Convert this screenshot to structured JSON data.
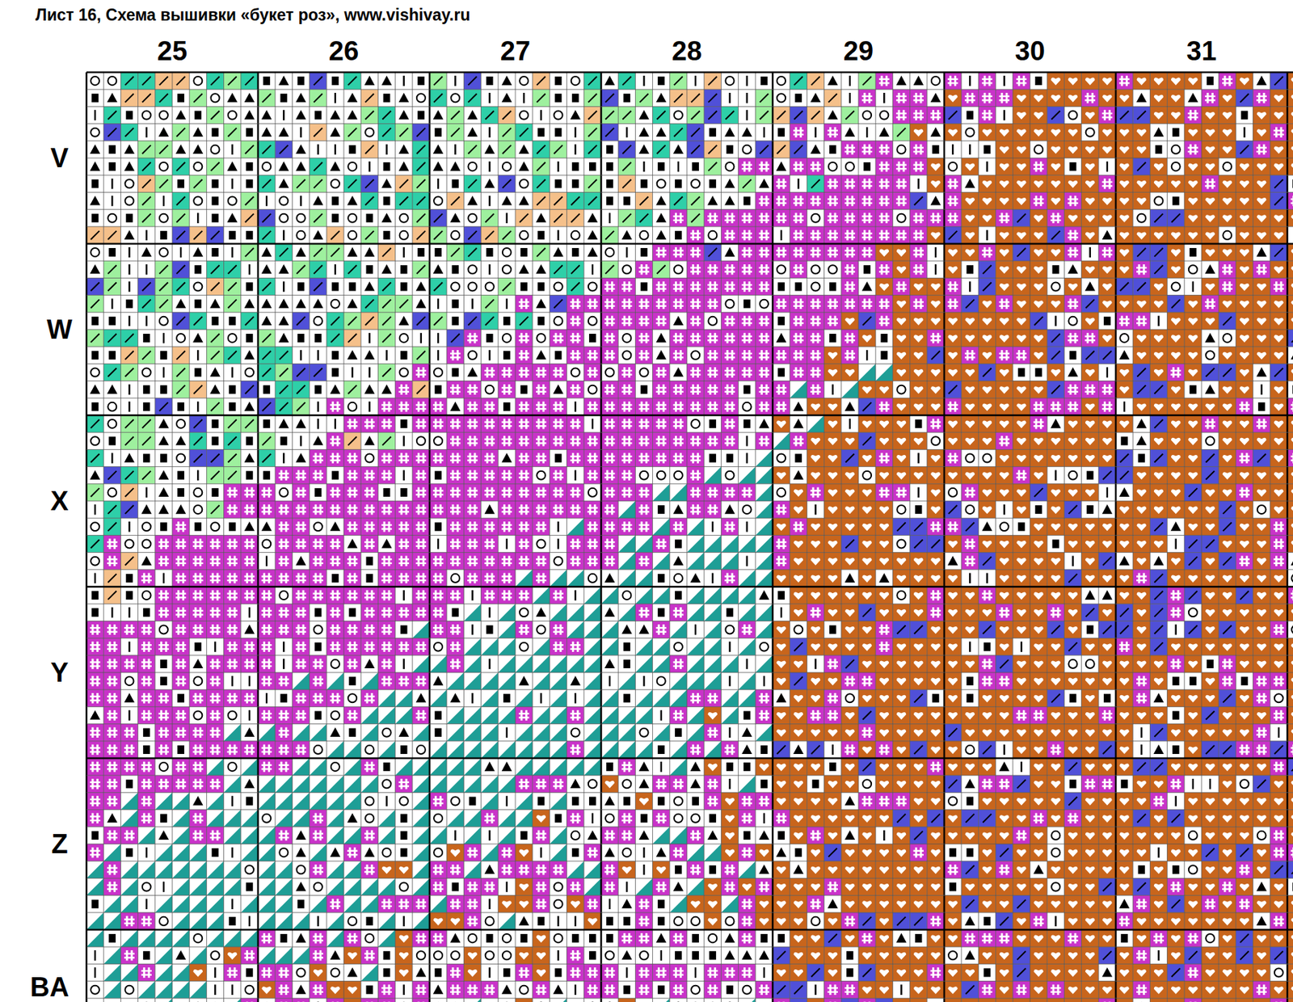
{
  "diagram": {
    "title": "Лист 16, Схема вышивки «букет роз», www.vishivay.ru",
    "labels": [
      "25",
      "26",
      "27",
      "28",
      "29",
      "30",
      "31",
      "V",
      "W",
      "X",
      "Y",
      "Z",
      "BA"
    ]
  }
}
